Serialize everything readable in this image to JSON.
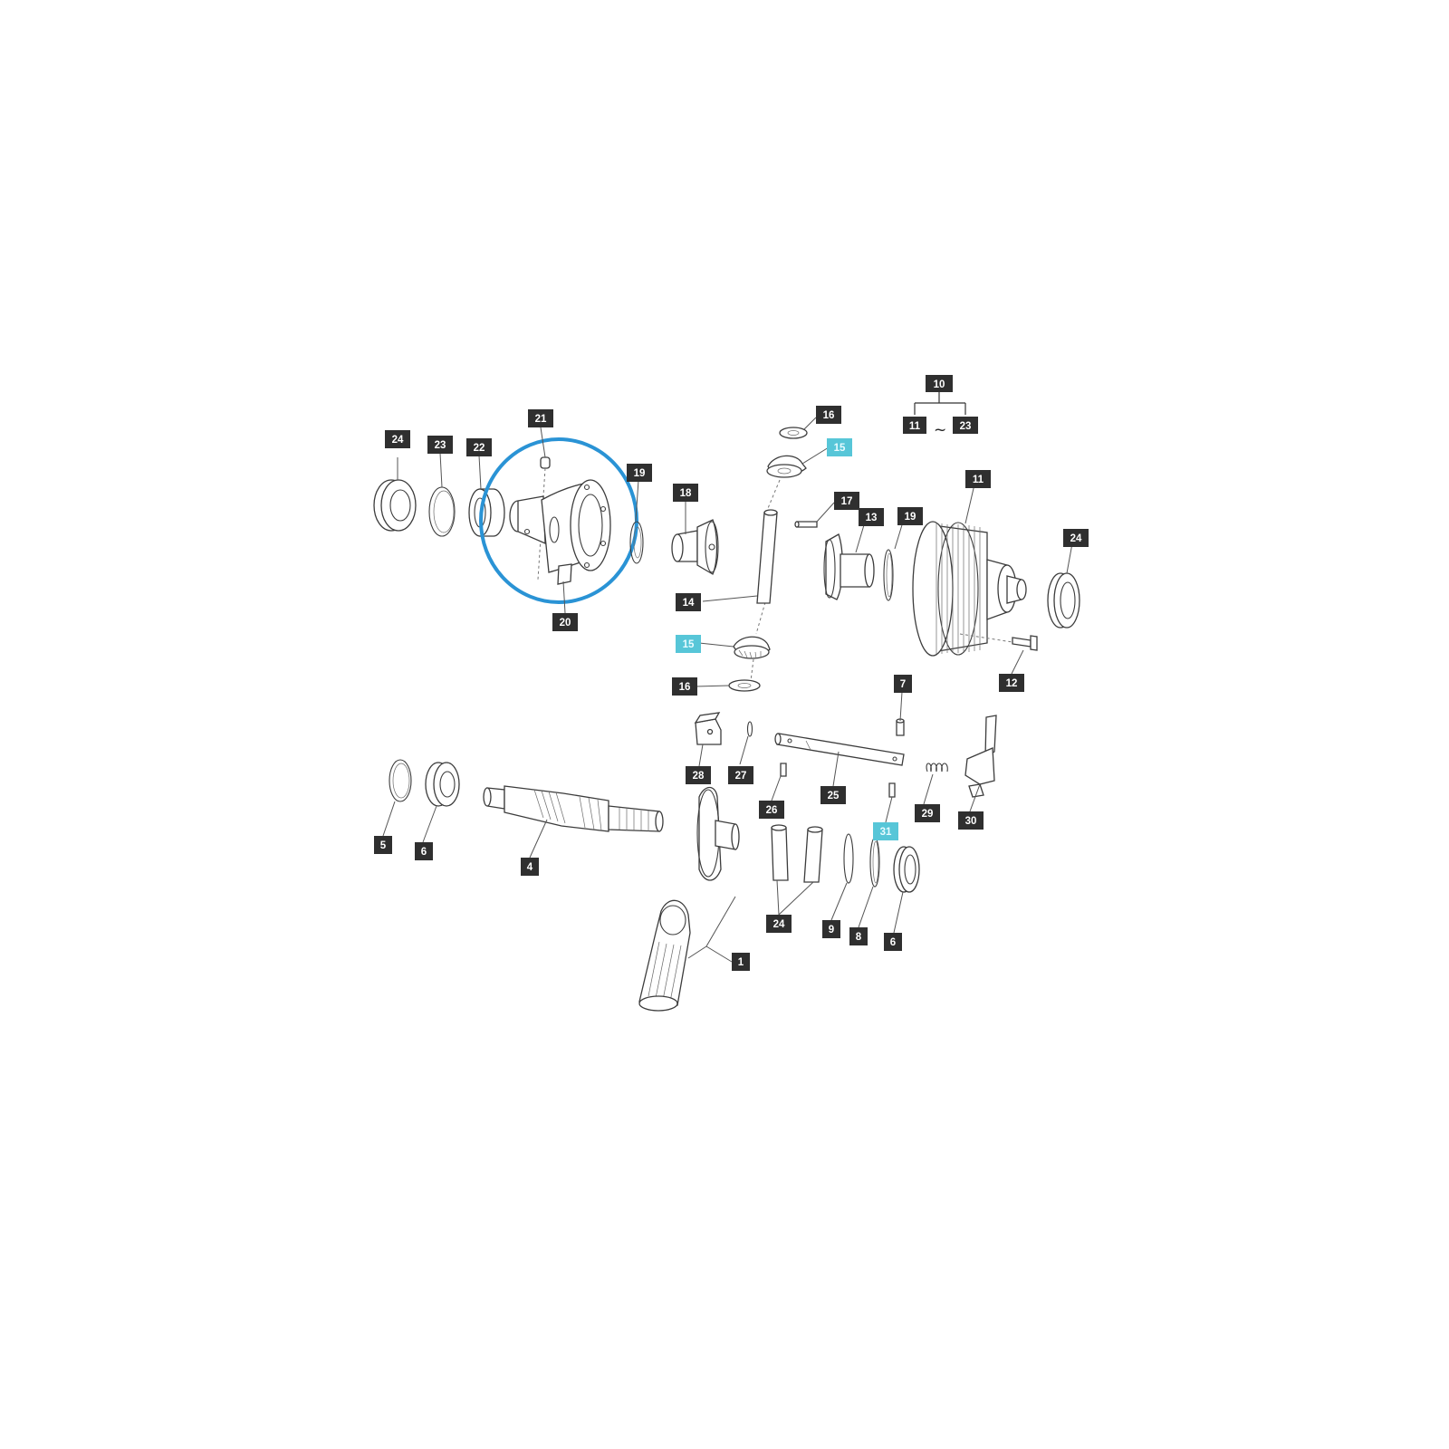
{
  "colors": {
    "highlight_ring": "#2a93d5",
    "callout_dark": "#2f2f2f",
    "callout_highlight": "#57c6d8",
    "line": "#3c3c3c",
    "background": "#ffffff"
  },
  "legend": {
    "assembly": "10",
    "range_from": "11",
    "range_to": "23",
    "separator": "~"
  },
  "highlighted_part": "20",
  "callouts": [
    {
      "label": "24",
      "highlight": false
    },
    {
      "label": "23",
      "highlight": false
    },
    {
      "label": "22",
      "highlight": false
    },
    {
      "label": "21",
      "highlight": false
    },
    {
      "label": "19",
      "highlight": false
    },
    {
      "label": "20",
      "highlight": false
    },
    {
      "label": "18",
      "highlight": false
    },
    {
      "label": "16",
      "highlight": false
    },
    {
      "label": "15",
      "highlight": true
    },
    {
      "label": "17",
      "highlight": false
    },
    {
      "label": "13",
      "highlight": false
    },
    {
      "label": "19",
      "highlight": false
    },
    {
      "label": "11",
      "highlight": false
    },
    {
      "label": "24",
      "highlight": false
    },
    {
      "label": "14",
      "highlight": false
    },
    {
      "label": "15",
      "highlight": true
    },
    {
      "label": "16",
      "highlight": false
    },
    {
      "label": "12",
      "highlight": false
    },
    {
      "label": "7",
      "highlight": false
    },
    {
      "label": "28",
      "highlight": false
    },
    {
      "label": "27",
      "highlight": false
    },
    {
      "label": "26",
      "highlight": false
    },
    {
      "label": "25",
      "highlight": false
    },
    {
      "label": "29",
      "highlight": false
    },
    {
      "label": "30",
      "highlight": false
    },
    {
      "label": "31",
      "highlight": true
    },
    {
      "label": "5",
      "highlight": false
    },
    {
      "label": "6",
      "highlight": false
    },
    {
      "label": "4",
      "highlight": false
    },
    {
      "label": "24",
      "highlight": false
    },
    {
      "label": "9",
      "highlight": false
    },
    {
      "label": "8",
      "highlight": false
    },
    {
      "label": "6",
      "highlight": false
    },
    {
      "label": "1",
      "highlight": false
    }
  ]
}
